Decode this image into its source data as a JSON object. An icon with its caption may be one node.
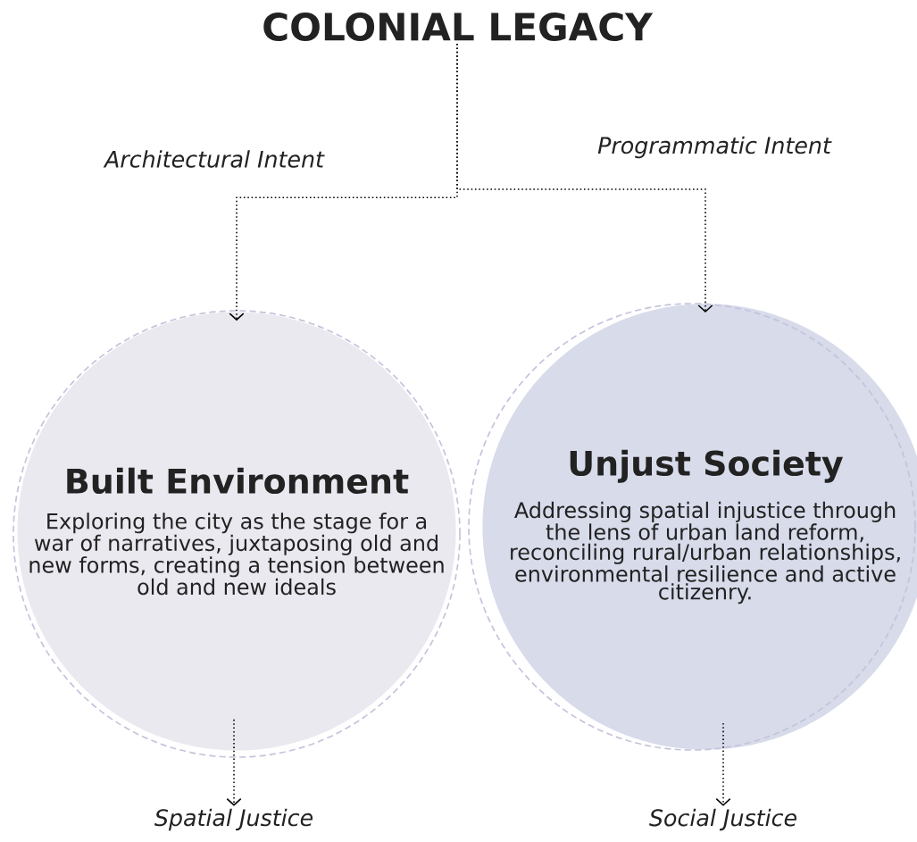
{
  "diagram": {
    "nodes": [
      {
        "text": [
          "COLONIAL LEGACY"
        ]
      },
      {
        "text": [
          "Built Environment",
          "Exploring the city as the stage for a war of narratives, juxtaposing old and new forms, creating a tension between old and new ideals"
        ]
      },
      {
        "text": [
          "Unjust Society",
          "Addressing spatial injustice through the lens of urban land reform, reconciling rural/urban relationships, environmental resilience and active citizenry."
        ]
      },
      {
        "text": [
          "Spatial Justice"
        ]
      },
      {
        "text": [
          "Social Justice"
        ]
      }
    ],
    "edges": [
      {
        "from": 0,
        "to": 1,
        "arrow": "to",
        "label": "Architectural Intent"
      },
      {
        "from": 0,
        "to": 2,
        "arrow": "to",
        "label": "Programmatic Intent"
      },
      {
        "from": 1,
        "to": 3,
        "arrow": "to"
      },
      {
        "from": 2,
        "to": 4,
        "arrow": "to"
      }
    ]
  }
}
